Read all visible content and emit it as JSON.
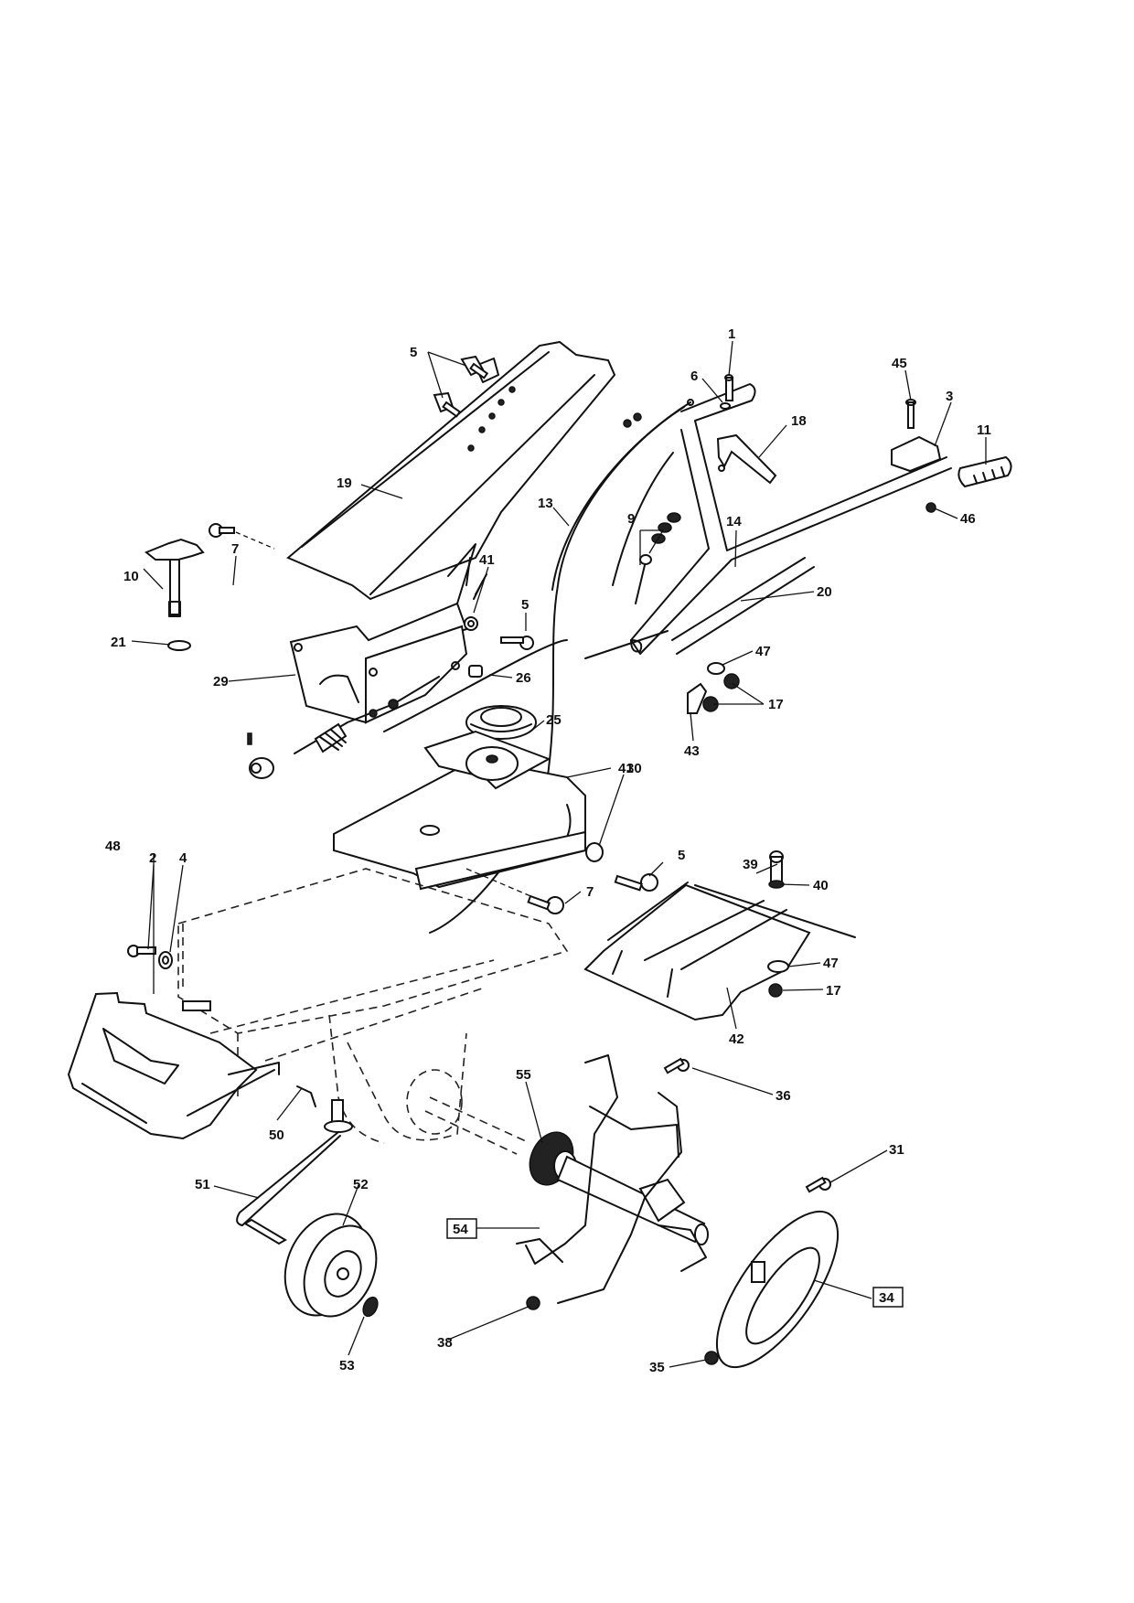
{
  "diagram": {
    "type": "exploded-parts-diagram",
    "subject": "tiller",
    "callouts": [
      {
        "id": "1",
        "label": "1",
        "part": "screw"
      },
      {
        "id": "2",
        "label": "2",
        "part": "bolt"
      },
      {
        "id": "3",
        "label": "3",
        "part": "throttle-control"
      },
      {
        "id": "4",
        "label": "4",
        "part": "washer"
      },
      {
        "id": "5a",
        "label": "5",
        "part": "bolts-top"
      },
      {
        "id": "5b",
        "label": "5",
        "part": "bolt-middle"
      },
      {
        "id": "5c",
        "label": "5",
        "part": "bolt-lower"
      },
      {
        "id": "6",
        "label": "6",
        "part": "nut"
      },
      {
        "id": "7a",
        "label": "7",
        "part": "bolt-upper"
      },
      {
        "id": "7b",
        "label": "7",
        "part": "bolt-lower"
      },
      {
        "id": "9",
        "label": "9",
        "part": "cable-adjusters"
      },
      {
        "id": "10",
        "label": "10",
        "part": "handle-knob"
      },
      {
        "id": "11",
        "label": "11",
        "part": "grip"
      },
      {
        "id": "13",
        "label": "13",
        "part": "cable"
      },
      {
        "id": "14",
        "label": "14",
        "part": "handlebar"
      },
      {
        "id": "17a",
        "label": "17",
        "part": "nuts"
      },
      {
        "id": "17b",
        "label": "17",
        "part": "nut-shield"
      },
      {
        "id": "18",
        "label": "18",
        "part": "clutch-lever"
      },
      {
        "id": "19",
        "label": "19",
        "part": "handle-support"
      },
      {
        "id": "20",
        "label": "20",
        "part": "handlebar-lower"
      },
      {
        "id": "21",
        "label": "21",
        "part": "washer"
      },
      {
        "id": "25",
        "label": "25",
        "part": "bellows"
      },
      {
        "id": "26",
        "label": "26",
        "part": "spacer"
      },
      {
        "id": "29",
        "label": "29",
        "part": "handle-bracket"
      },
      {
        "id": "30",
        "label": "30",
        "part": "engine-plate"
      },
      {
        "id": "31",
        "label": "31",
        "part": "bolt"
      },
      {
        "id": "34",
        "label": "34",
        "part": "side-disc",
        "boxed": true
      },
      {
        "id": "35",
        "label": "35",
        "part": "nut"
      },
      {
        "id": "36",
        "label": "36",
        "part": "bolt"
      },
      {
        "id": "38",
        "label": "38",
        "part": "nut"
      },
      {
        "id": "39",
        "label": "39",
        "part": "bolt"
      },
      {
        "id": "40",
        "label": "40",
        "part": "washer"
      },
      {
        "id": "41a",
        "label": "41",
        "part": "grommet-upper"
      },
      {
        "id": "41b",
        "label": "41",
        "part": "grommet-lower"
      },
      {
        "id": "42",
        "label": "42",
        "part": "shield"
      },
      {
        "id": "43",
        "label": "43",
        "part": "bracket"
      },
      {
        "id": "45",
        "label": "45",
        "part": "screw"
      },
      {
        "id": "46",
        "label": "46",
        "part": "nut"
      },
      {
        "id": "47a",
        "label": "47",
        "part": "washer-upper"
      },
      {
        "id": "47b",
        "label": "47",
        "part": "washer-shield"
      },
      {
        "id": "48",
        "label": "48",
        "part": "front-bumper"
      },
      {
        "id": "50",
        "label": "50",
        "part": "pin"
      },
      {
        "id": "51",
        "label": "51",
        "part": "wheel-axle"
      },
      {
        "id": "52",
        "label": "52",
        "part": "wheel"
      },
      {
        "id": "53",
        "label": "53",
        "part": "retainer"
      },
      {
        "id": "54",
        "label": "54",
        "part": "tine-assembly",
        "boxed": true
      },
      {
        "id": "55",
        "label": "55",
        "part": "seal"
      }
    ]
  }
}
